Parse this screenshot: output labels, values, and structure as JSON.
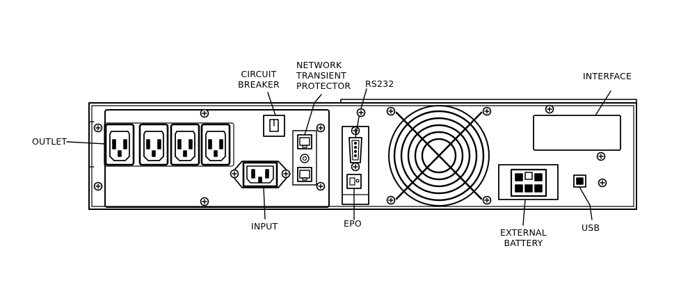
{
  "labels": {
    "outlet": "OUTLET",
    "circuit_breaker": [
      "CIRCUIT",
      "BREAKER"
    ],
    "network_transient_protector": [
      "NETWORK",
      "TRANSIENT",
      "PROTECTOR"
    ],
    "rs232": "RS232",
    "interface": "INTERFACE",
    "input": "INPUT",
    "epo": "EPO",
    "external_battery": [
      "EXTERNAL",
      "BATTERY"
    ],
    "usb": "USB"
  },
  "colors": {
    "line": "#000000",
    "background": "#ffffff"
  }
}
